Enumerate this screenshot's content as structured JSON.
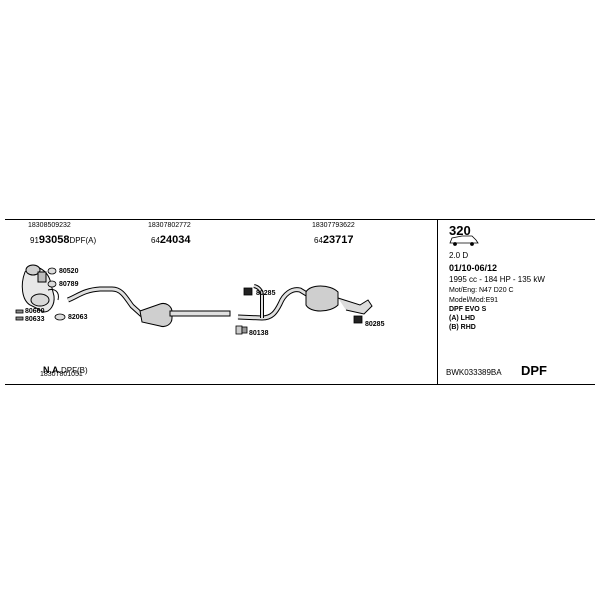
{
  "parts": {
    "p1": {
      "oe": "18308509232",
      "prefix": "91",
      "code": "93058",
      "suffix": "DPF(A)"
    },
    "p2": {
      "oe": "18307802772",
      "prefix": "64",
      "code": "24034"
    },
    "p3": {
      "oe": "18307793622",
      "prefix": "64",
      "code": "23717"
    },
    "p4": {
      "code": "N.A.",
      "suffix": "DPF(B)",
      "oe": "18307801051"
    }
  },
  "fittings": {
    "f80520": "80520",
    "f80789": "80789",
    "f80660": "80660",
    "f80633": "80633",
    "f82063": "82063",
    "f80285a": "80285",
    "f80138": "80138",
    "f80285b": "80285"
  },
  "vehicle": {
    "model": "320",
    "engine_size": "2.0 D",
    "date_range": "01/10-06/12",
    "specs": "1995 cc - 184 HP - 135 kW",
    "mot_eng": "Mot/Eng: N47 D20 C",
    "model_mod": "Model/Mod:E91",
    "dpf": "DPF EVO S",
    "lhd": "(A) LHD",
    "rhd": "(B) RHD"
  },
  "kit": {
    "code": "BWK033389BA",
    "type": "DPF"
  },
  "icons": [
    "car-icon",
    "clamp-icon",
    "mounting-icon"
  ]
}
